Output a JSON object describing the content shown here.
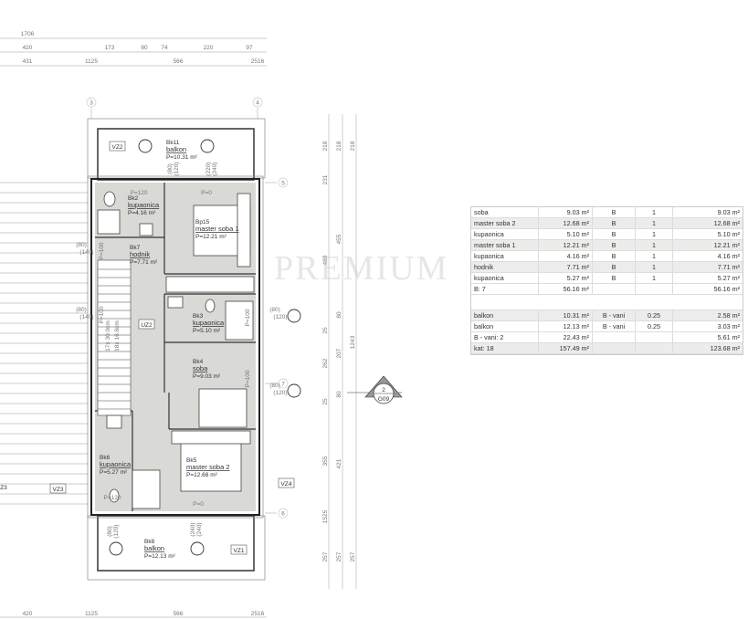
{
  "plan": {
    "dims_top": [
      "1706",
      "420",
      "173",
      "80",
      "74",
      "220",
      "97",
      "431",
      "1125",
      "566",
      "2516"
    ],
    "dims_bottom": [
      "420",
      "1125",
      "566",
      "2516"
    ],
    "dims_right": [
      "218",
      "218",
      "218",
      "231",
      "489",
      "455",
      "80",
      "25",
      "207",
      "262",
      "1243",
      "80",
      "25",
      "355",
      "421",
      "1525",
      "257",
      "257",
      "257"
    ],
    "grid": [
      "3",
      "4",
      "5",
      "7",
      "6"
    ],
    "section_marker": {
      "number": "2",
      "sheet": "G09"
    },
    "tags": [
      "VZ2",
      "UZ2",
      "VZ3",
      "Z3",
      "VZ4",
      "VZ1"
    ],
    "openings": [
      "P=120",
      "P=0",
      "P=100",
      "P=100",
      "P=100",
      "P=100",
      "P=120",
      "P=0"
    ],
    "windows": [
      "(80)",
      "(120)",
      "(220)",
      "(240)",
      "(80)",
      "(140)",
      "(80)",
      "(140)",
      "(80)",
      "(120)",
      "(80)",
      "(120)",
      "(80)",
      "(120)",
      "(240)",
      "(240)"
    ],
    "stairs": [
      "17x 30.0cm",
      "18x 16.8cm"
    ],
    "rooms": [
      {
        "code": "Bk11",
        "name": "balkon",
        "area": "P=10.31 m²"
      },
      {
        "code": "Bk2",
        "name": "kupaonica",
        "area": "P=4.16 m²"
      },
      {
        "code": "Bp15",
        "name": "master soba 1",
        "area": "P=12.21 m²"
      },
      {
        "code": "Bk7",
        "name": "hodnik",
        "area": "P=7.71 m²"
      },
      {
        "code": "Bk3",
        "name": "kupaonica",
        "area": "P=5.10 m²"
      },
      {
        "code": "Bk4",
        "name": "soba",
        "area": "P=9.03 m²"
      },
      {
        "code": "Bk5",
        "name": "master soba 2",
        "area": "P=12.68 m²"
      },
      {
        "code": "Bk6",
        "name": "kupaonica",
        "area": "P=5.27 m²"
      },
      {
        "code": "Bk8",
        "name": "balkon",
        "area": "P=12.13 m²"
      }
    ],
    "floor_fill": "#d9d9d6"
  },
  "watermark": "PREMIUM",
  "table": {
    "rows": [
      [
        "soba",
        "9.03 m²",
        "B",
        "1",
        "9.03 m²"
      ],
      [
        "master soba 2",
        "12.68 m²",
        "B",
        "1",
        "12.68 m²"
      ],
      [
        "kupaonica",
        "5.10 m²",
        "B",
        "1",
        "5.10 m²"
      ],
      [
        "master soba 1",
        "12.21 m²",
        "B",
        "1",
        "12.21 m²"
      ],
      [
        "kupaonica",
        "4.16 m²",
        "B",
        "1",
        "4.16 m²"
      ],
      [
        "hodnik",
        "7.71 m²",
        "B",
        "1",
        "7.71 m²"
      ],
      [
        "kupaonica",
        "5.27 m²",
        "B",
        "1",
        "5.27 m²"
      ]
    ],
    "subtotal": [
      "B: 7",
      "56.16 m²",
      "",
      "",
      "56.16 m²"
    ],
    "outdoor_rows": [
      [
        "balkon",
        "10.31 m²",
        "B - vani",
        "0.25",
        "2.58 m²"
      ],
      [
        "balkon",
        "12.13 m²",
        "B - vani",
        "0.25",
        "3.03 m²"
      ]
    ],
    "outdoor_subtotal": [
      "B - vani: 2",
      "22.43 m²",
      "",
      "",
      "5.61 m²"
    ],
    "total": [
      "kat: 18",
      "157.49 m²",
      "",
      "",
      "123.68 m²"
    ]
  }
}
